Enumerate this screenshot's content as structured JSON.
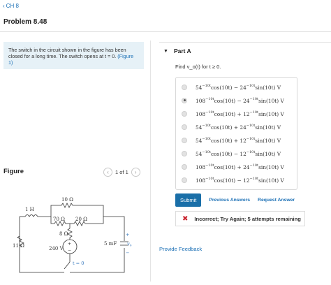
{
  "nav": {
    "back_label": "CH 8"
  },
  "problem": {
    "title": "Problem 8.48"
  },
  "statement": {
    "text": "The switch in the circuit shown in the figure has been closed for a long time. The switch opens at t = 0.",
    "figure_link": "(Figure 1)"
  },
  "figure": {
    "label": "Figure",
    "pager": "1 of 1",
    "circuit_labels": {
      "r10": "10 Ω",
      "l1h": "1 H",
      "r70": "70 Ω",
      "r20": "20 Ω",
      "r8": "8 Ω",
      "r11": "11 Ω",
      "v240": "240 V",
      "c5mf": "5 mF",
      "vo": "v",
      "vo_sub": "o",
      "plus": "+",
      "minus": "−",
      "switch": "t = 0"
    }
  },
  "part": {
    "title": "Part A",
    "question": "Find v_o(t) for t ≥ 0.",
    "choices": [
      {
        "a": "54",
        "e1": "−10t",
        "m": "cos(10t) − 24",
        "e2": "−10t",
        "z": "sin(10t) V",
        "selected": false
      },
      {
        "a": "108",
        "e1": "−10t",
        "m": "cos(10t) − 24",
        "e2": "−10t",
        "z": "sin(10t) V",
        "selected": true
      },
      {
        "a": "108",
        "e1": "−10t",
        "m": "cos(10t) + 12",
        "e2": "−10t",
        "z": "sin(10t) V",
        "selected": false
      },
      {
        "a": "54",
        "e1": "−10t",
        "m": "cos(10t) + 24",
        "e2": "−10t",
        "z": "sin(10t) V",
        "selected": false
      },
      {
        "a": "54",
        "e1": "−10t",
        "m": "cos(10t) + 12",
        "e2": "−10t",
        "z": "sin(10t) V",
        "selected": false
      },
      {
        "a": "54",
        "e1": "−10t",
        "m": "cos(10t) − 12",
        "e2": "−10t",
        "z": "sin(10t) V",
        "selected": false
      },
      {
        "a": "108",
        "e1": "−10t",
        "m": "cos(10t) + 24",
        "e2": "−10t",
        "z": "sin(10t) V",
        "selected": false
      },
      {
        "a": "108",
        "e1": "−10t",
        "m": "cos(10t) − 12",
        "e2": "−10t",
        "z": "sin(10t) V",
        "selected": false
      }
    ],
    "submit_label": "Submit",
    "previous_answers_label": "Previous Answers",
    "request_answer_label": "Request Answer",
    "feedback_text": "Incorrect; Try Again; 5 attempts remaining"
  },
  "footer": {
    "provide_feedback": "Provide Feedback"
  },
  "colors": {
    "accent": "#1a6fb5",
    "statement_bg": "#e6f1f7",
    "error": "#c8202b",
    "submit_bg": "#1a6fa8"
  },
  "icons": {
    "back": "chevron-left-icon",
    "prev": "chevron-left-icon",
    "next": "chevron-right-icon",
    "collapse": "triangle-down-icon",
    "error": "x-icon"
  }
}
